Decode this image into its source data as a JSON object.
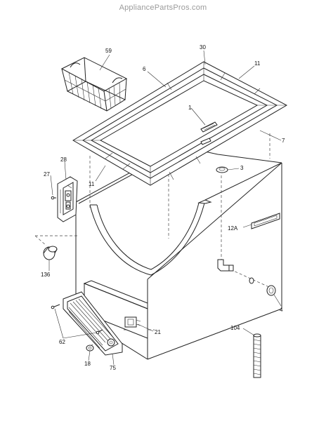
{
  "watermark": "AppliancePartsPros.com",
  "labels": {
    "p59": "59",
    "p30": "30",
    "p6": "6",
    "p11a": "11",
    "p1": "1",
    "p7": "7",
    "p28": "28",
    "p3": "3",
    "p27": "27",
    "p11b": "11",
    "p12A": "12A",
    "p136": "136",
    "p4": "4",
    "p104": "104",
    "p21": "21",
    "p62": "62",
    "p18": "18",
    "p75": "75"
  }
}
